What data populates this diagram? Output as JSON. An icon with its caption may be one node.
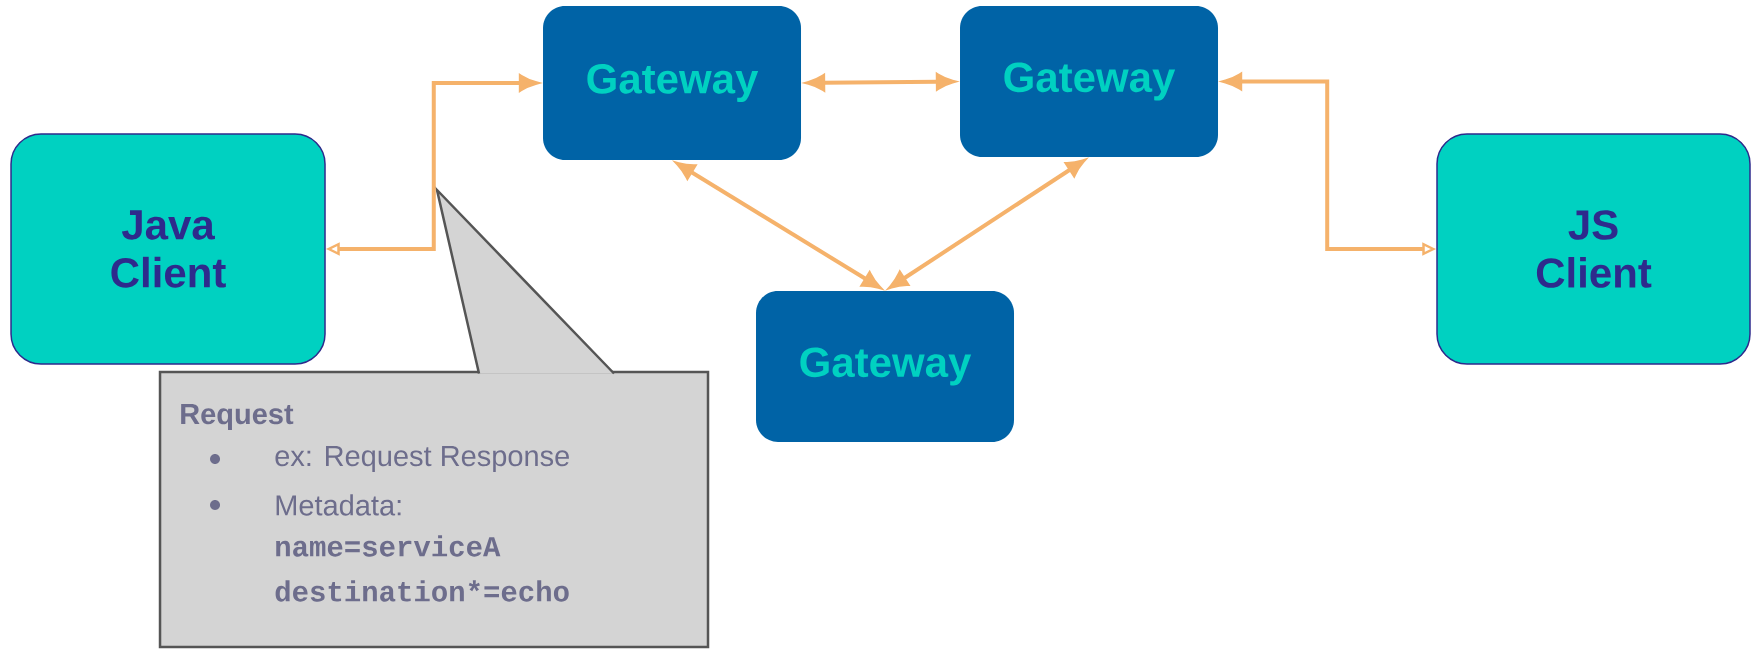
{
  "diagram": {
    "nodes": [
      {
        "text": [
          "Gateway"
        ]
      },
      {
        "text": [
          "Gateway"
        ]
      },
      {
        "text": [
          "Java Client"
        ]
      },
      {
        "text": [
          "JS Client"
        ]
      },
      {
        "text": [
          "Gateway"
        ]
      },
      {
        "text": [
          "Request",
          "ex: Request Response",
          "Metadata:",
          "name=serviceA",
          "destination*=echo"
        ]
      }
    ],
    "edges": [
      {
        "from": 2,
        "to": 0,
        "arrow": "both"
      },
      {
        "from": 0,
        "to": 1,
        "arrow": "both"
      },
      {
        "from": 0,
        "to": 4,
        "arrow": "both"
      },
      {
        "from": 1,
        "to": 4,
        "arrow": "both"
      },
      {
        "from": 1,
        "to": 3,
        "arrow": "both"
      }
    ]
  }
}
